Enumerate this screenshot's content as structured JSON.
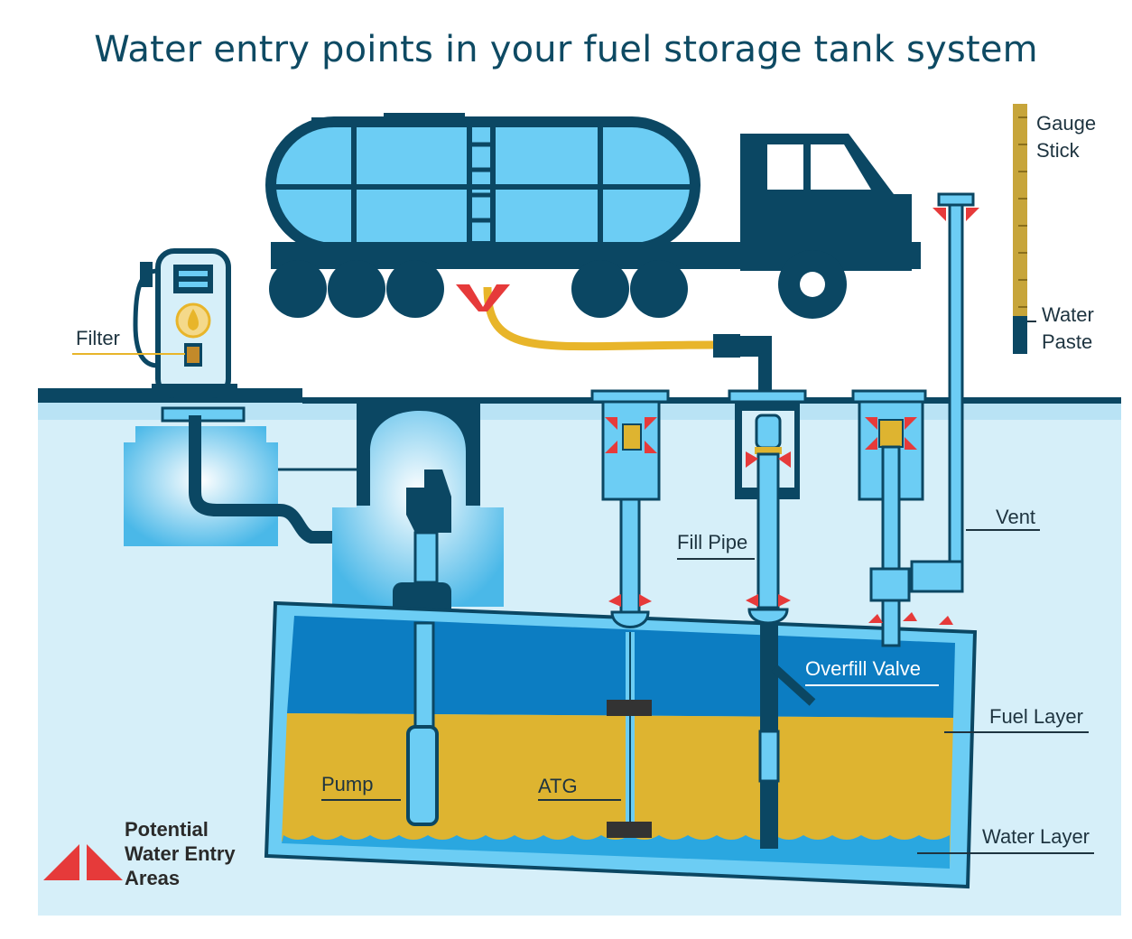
{
  "title": "Water entry points in your fuel storage tank system",
  "labels": {
    "gauge_stick": "Gauge",
    "gauge_stick_2": "Stick",
    "water_paste": "Water",
    "water_paste_2": "Paste",
    "filter": "Filter",
    "vent": "Vent",
    "fill_pipe": "Fill Pipe",
    "overfill_valve": "Overfill Valve",
    "fuel_layer": "Fuel Layer",
    "water_layer": "Water Layer",
    "pump": "Pump",
    "atg": "ATG"
  },
  "legend": {
    "line1": "Potential",
    "line2": "Water Entry",
    "line3": "Areas"
  },
  "colors": {
    "ground": "#d6eff9",
    "light_blue": "#6ccdf4",
    "dark_navy": "#0b4763",
    "fuel_blue": "#0c7dc2",
    "fuel_gold": "#deb430",
    "hose_gold": "#e8b52a",
    "marker_red": "#e63a3a"
  }
}
